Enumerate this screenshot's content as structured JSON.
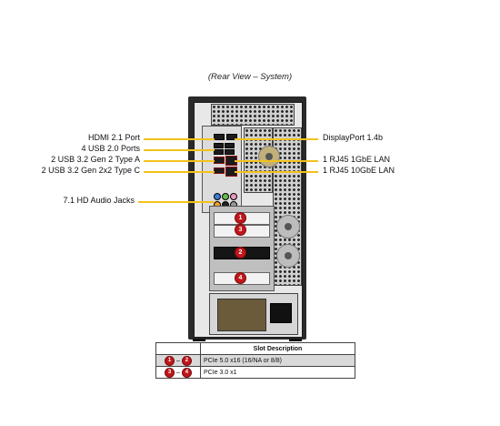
{
  "caption": "(Rear View – System)",
  "left_labels": [
    {
      "text": "HDMI 2.1 Port"
    },
    {
      "text": "4 USB 2.0 Ports"
    },
    {
      "text": "2 USB 3.2 Gen 2 Type A"
    },
    {
      "text": "2 USB 3.2 Gen 2x2 Type C"
    },
    {
      "text": "7.1 HD Audio Jacks"
    }
  ],
  "right_labels": [
    {
      "text": "DisplayPort 1.4b"
    },
    {
      "text": "1 RJ45 1GbE LAN"
    },
    {
      "text": "1 RJ45 10GbE LAN"
    }
  ],
  "slot_badges": [
    "1",
    "3",
    "2",
    "4"
  ],
  "table": {
    "header": "Slot Description",
    "rows": [
      {
        "from": "1",
        "sep": "–",
        "to": "2",
        "desc": "PCIe 5.0 x16 (16/NA or 8/8)"
      },
      {
        "from": "3",
        "sep": "–",
        "to": "4",
        "desc": "PCIe 3.0 x1"
      }
    ]
  },
  "colors": {
    "callout_line": "#f2c21b",
    "badge": "#c0161c",
    "chassis": "#2a2a2a"
  }
}
